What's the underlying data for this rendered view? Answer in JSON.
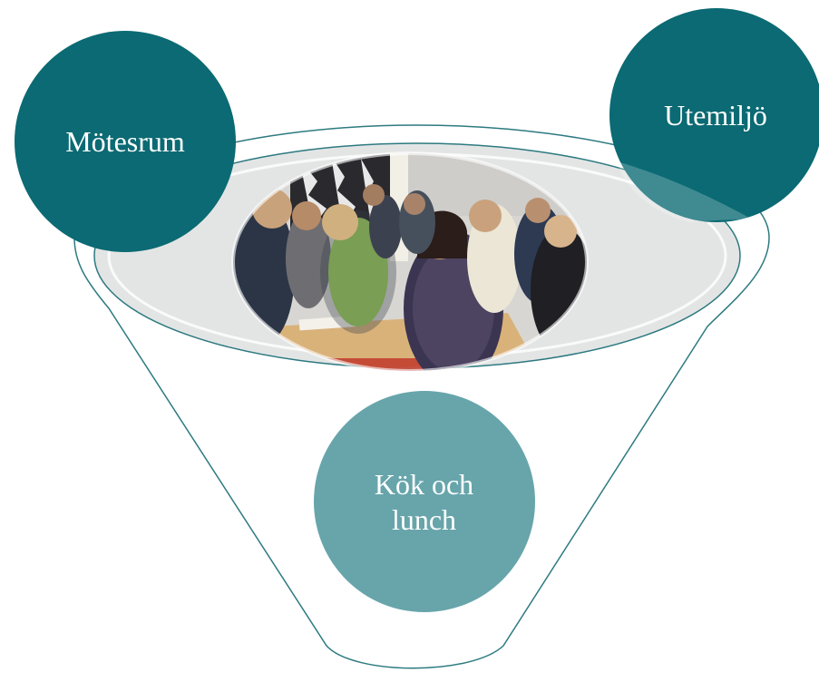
{
  "diagram": {
    "type": "funnel",
    "colors": {
      "dark_teal": "#0b6a73",
      "light_teal": "#67a5ab",
      "outline": "#2d7a80",
      "rim_fill": "#e3e5e5"
    },
    "circles": [
      {
        "id": "motesrum",
        "label": "Mötesrum",
        "color": "dark_teal"
      },
      {
        "id": "utemiljo",
        "label": "Utemiljö",
        "color": "dark_teal"
      },
      {
        "id": "kok",
        "label": "Kök och\nlunch",
        "color": "light_teal"
      }
    ],
    "photo": {
      "description_icon": "group-photo"
    }
  }
}
